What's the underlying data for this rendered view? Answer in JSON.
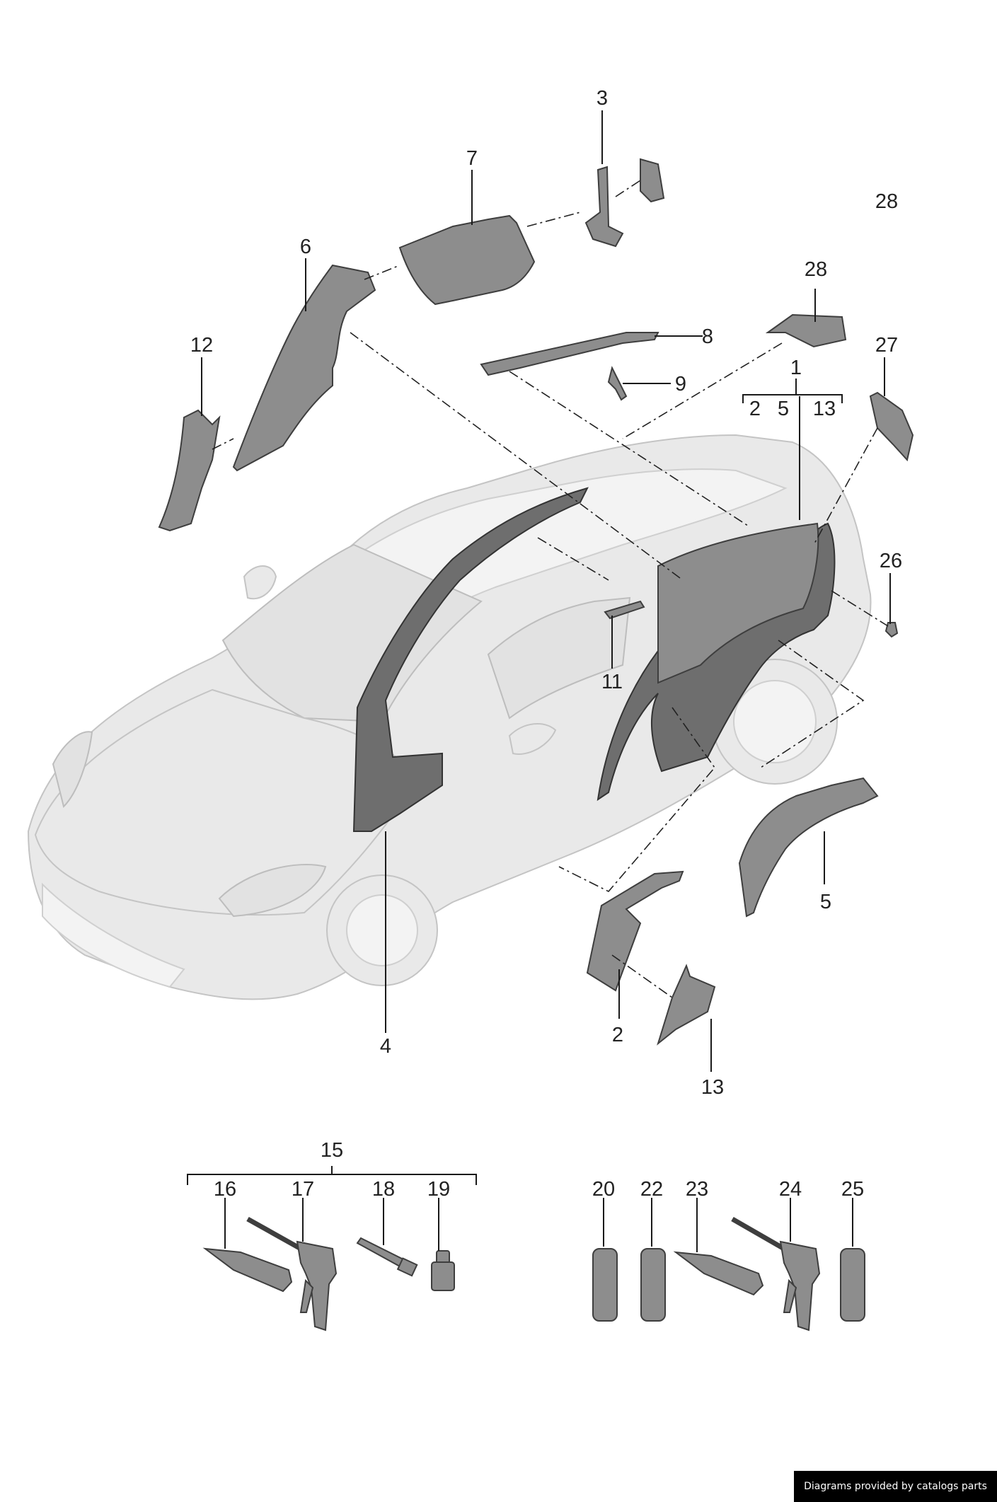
{
  "callouts": {
    "c1": "1",
    "c2": "2",
    "c3": "3",
    "c4": "4",
    "c5": "5",
    "c6": "6",
    "c7": "7",
    "c8": "8",
    "c9": "9",
    "c11": "11",
    "c12": "12",
    "c13": "13",
    "c15": "15",
    "c16": "16",
    "c17": "17",
    "c18": "18",
    "c19": "19",
    "c20": "20",
    "c22": "22",
    "c23": "23",
    "c24": "24",
    "c25": "25",
    "c26": "26",
    "c27": "27",
    "c28": "28"
  },
  "group1_children": {
    "a": "2",
    "b": "5",
    "c": "13"
  },
  "corner_label": "28",
  "footer": {
    "credit": "Diagrams provided by catalogs parts"
  }
}
